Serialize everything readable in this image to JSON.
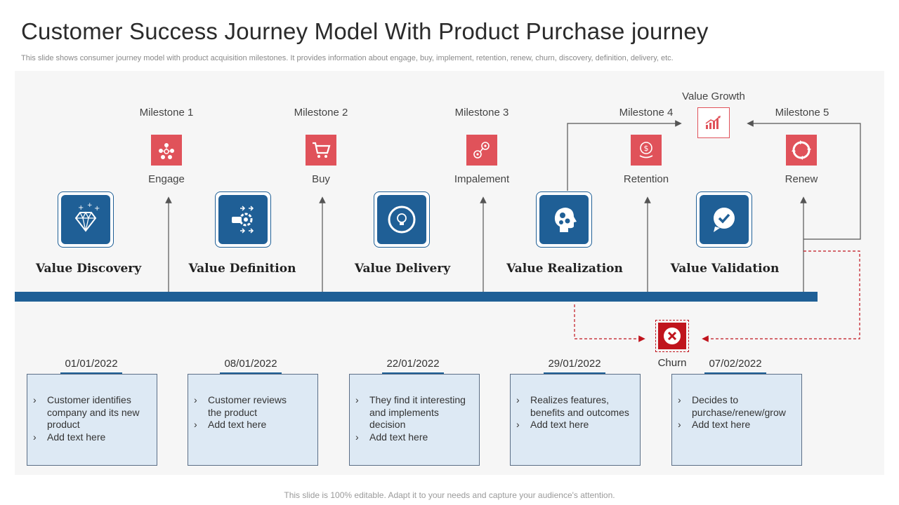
{
  "title": "Customer Success Journey Model With Product Purchase journey",
  "subtitle": "This slide shows consumer journey model with product acquisition milestones. It provides information about engage, buy, implement, retention, renew, churn, discovery, definition, delivery,  etc.",
  "value_growth": "Value Growth",
  "milestones": [
    {
      "label": "Milestone 1",
      "action": "Engage",
      "icon": "network-people-icon"
    },
    {
      "label": "Milestone 2",
      "action": "Buy",
      "icon": "shopping-cart-icon"
    },
    {
      "label": "Milestone 3",
      "action": "Impalement",
      "icon": "process-nodes-icon"
    },
    {
      "label": "Milestone 4",
      "action": "Retention",
      "icon": "dollar-target-icon"
    },
    {
      "label": "Milestone 5",
      "action": "Renew",
      "icon": "renew-arrows-icon"
    }
  ],
  "stages": [
    {
      "label": "Value Discovery",
      "icon": "diamond-icon"
    },
    {
      "label": "Value Definition",
      "icon": "hand-gear-icon"
    },
    {
      "label": "Value Delivery",
      "icon": "lightbulb-cycle-icon"
    },
    {
      "label": "Value Realization",
      "icon": "head-gears-icon"
    },
    {
      "label": "Value Validation",
      "icon": "check-chat-icon"
    }
  ],
  "churn": {
    "label": "Churn",
    "icon": "close-circle-icon"
  },
  "cards": [
    {
      "date": "01/01/2022",
      "items": [
        "Customer identifies company and its new product",
        "Add text here"
      ]
    },
    {
      "date": "08/01/2022",
      "items": [
        "Customer reviews the product",
        "Add text here"
      ]
    },
    {
      "date": "22/01/2022",
      "items": [
        "They find it interesting and implements decision",
        "Add text here"
      ]
    },
    {
      "date": "29/01/2022",
      "items": [
        "Realizes features, benefits and outcomes",
        "Add text here"
      ]
    },
    {
      "date": "07/02/2022",
      "items": [
        "Decides to purchase/renew/grow",
        "Add text here"
      ]
    }
  ],
  "footer": "This slide is 100% editable. Adapt it to your needs and capture your audience's attention.",
  "colors": {
    "blue": "#1f5f96",
    "red": "#e0525a",
    "dark_red": "#c0141d",
    "card_bg": "#dde9f4"
  }
}
